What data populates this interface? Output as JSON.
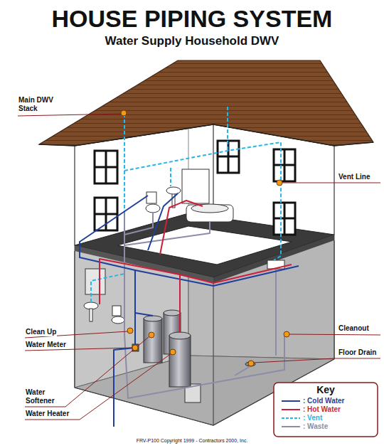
{
  "diagram": {
    "title": "HOUSE PIPING SYSTEM",
    "caption": "FRV-P100 Copyright 1999 - Contractors 2000, Inc.",
    "labels": [
      "Water Supply Household DWV",
      "Main DWV Stack",
      "Vent Line",
      "Clean Up",
      "Water Meter",
      "Cleanout",
      "Floor Drain",
      "Water Softener",
      "Water Heater",
      "Key"
    ],
    "legend": [
      {
        "text": ": Cold Water"
      },
      {
        "text": ": Hot Water"
      },
      {
        "text": ": Vent"
      },
      {
        "text": ": Waste"
      }
    ]
  }
}
